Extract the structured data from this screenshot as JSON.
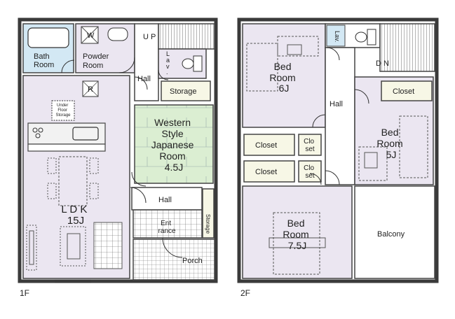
{
  "colors": {
    "lavender": "#ebe6f1",
    "blue": "#d3e8f4",
    "green": "#dbeed2",
    "cream": "#f7f7e6",
    "wall": "#3a3a3a",
    "white": "#ffffff"
  },
  "floors": {
    "first": {
      "label": "1F",
      "rooms": {
        "bath": [
          "Bath",
          "Room"
        ],
        "wc_mark": "W",
        "powder": [
          "Powder",
          "Room"
        ],
        "up": "U P",
        "hall_top": "Hall",
        "lav_1f": [
          "L",
          "a",
          "v",
          "."
        ],
        "storage": "Storage",
        "r_mark": "R",
        "underfloor": [
          "Under",
          "Floor",
          "Storage"
        ],
        "western": [
          "Western",
          "Style",
          "Japanese",
          "Room",
          "4.5J"
        ],
        "ldk": [
          "L D K",
          "15J"
        ],
        "hall_mid": "Hall",
        "entrance": [
          "Ent",
          "rance"
        ],
        "storage_v": "Storage",
        "porch": "Porch"
      }
    },
    "second": {
      "label": "2F",
      "rooms": {
        "bed6": [
          "Bed",
          "Room",
          "6J"
        ],
        "lav_2f": "Lav.",
        "dn": "D N",
        "hall": "Hall",
        "closet_right": "Closet",
        "bed5": [
          "Bed",
          "Room",
          "5J"
        ],
        "closet_a": "Closet",
        "closet_b": "Closet",
        "closet_small_a": [
          "Clo",
          "set"
        ],
        "closet_small_b": [
          "Clo",
          "set"
        ],
        "bed75": [
          "Bed",
          "Room",
          "7.5J"
        ],
        "balcony": "Balcony"
      }
    }
  }
}
